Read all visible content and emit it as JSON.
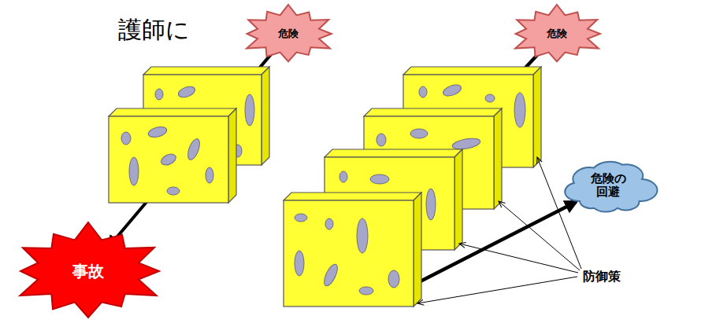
{
  "diagram": {
    "nodes": [
      {
        "text": [
          "危険"
        ]
      },
      {
        "text": [
          "危険"
        ]
      },
      {
        "text": [
          "事故"
        ]
      },
      {
        "text": [
          "危険の 回避"
        ]
      }
    ],
    "edges": [
      {
        "from": 0,
        "to": 2,
        "arrow": "to"
      },
      {
        "from": 1,
        "to": 3,
        "arrow": "to"
      }
    ],
    "labels": [
      "護師に",
      "防御策"
    ]
  }
}
